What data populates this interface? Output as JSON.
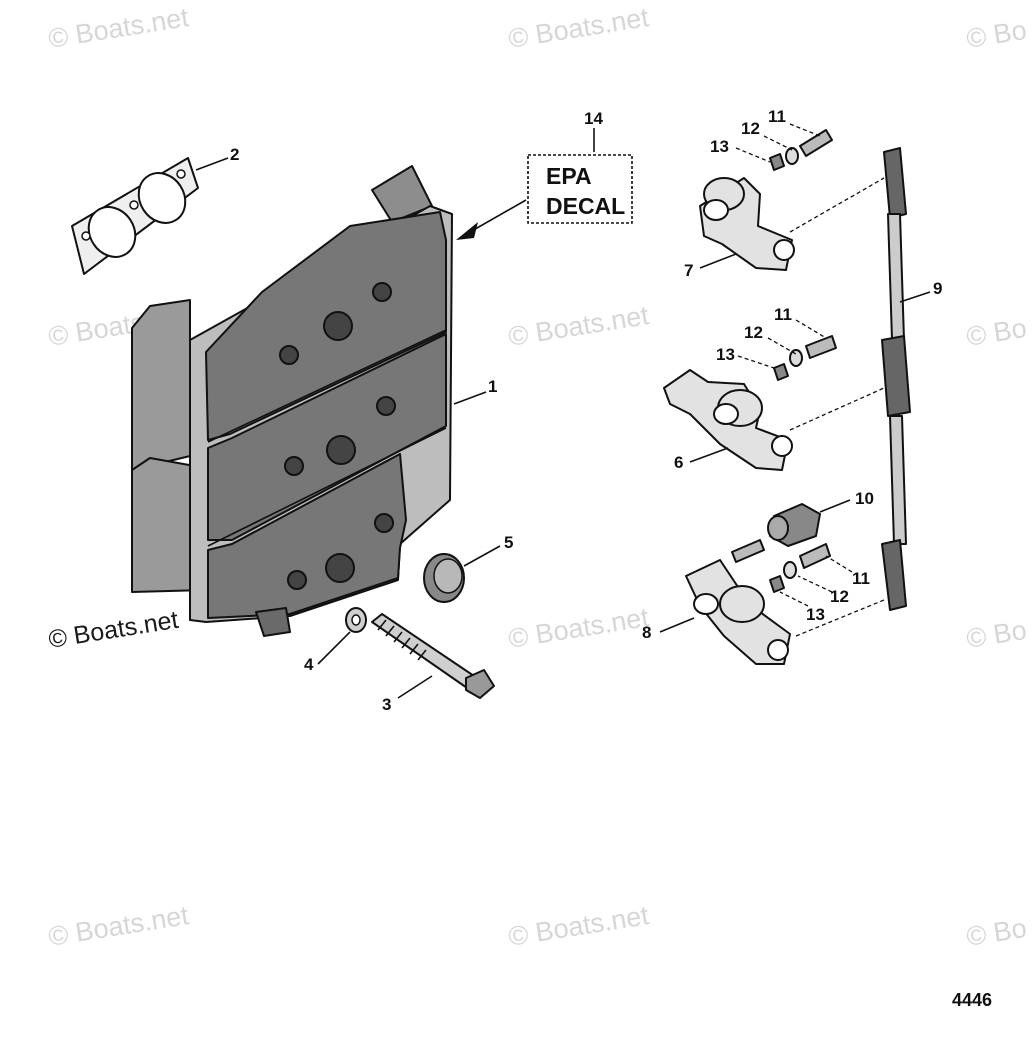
{
  "watermarks": [
    "© Boats.net",
    "© Boats.net",
    "© Bo",
    "© Boats.net",
    "© Boats.net",
    "© Bo",
    "© Boats.net",
    "© Boats.net",
    "© Bo",
    "© Boats.net",
    "© Boats.net",
    "© Bo"
  ],
  "decal": {
    "line1": "EPA",
    "line2": "DECAL"
  },
  "callouts": {
    "c1": "1",
    "c2": "2",
    "c3": "3",
    "c4": "4",
    "c5": "5",
    "c6": "6",
    "c7": "7",
    "c8": "8",
    "c9": "9",
    "c10": "10",
    "c14": "14",
    "c11a": "11",
    "c12a": "12",
    "c13a": "13",
    "c11b": "11",
    "c12b": "12",
    "c13b": "13",
    "c11c": "11",
    "c12c": "12",
    "c13c": "13"
  },
  "figure_number": "4446"
}
